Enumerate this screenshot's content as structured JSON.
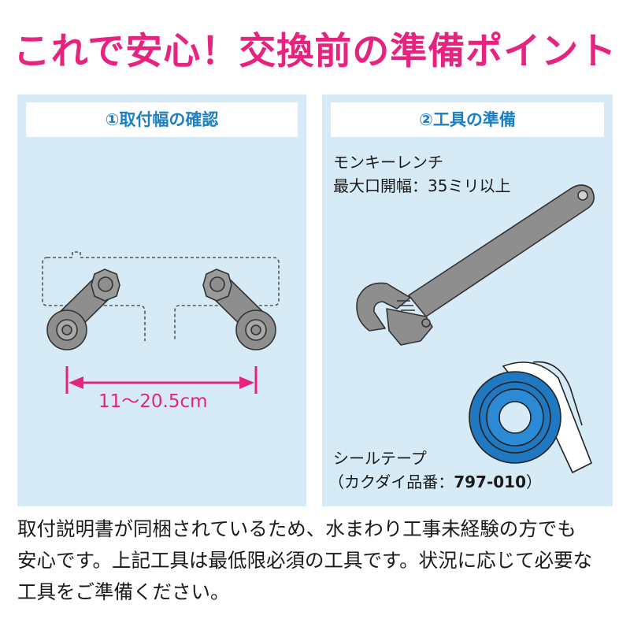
{
  "title": "これで安心！交換前の準備ポイント",
  "panel1": {
    "header": "①取付幅の確認",
    "measurement": "11～20.5cm"
  },
  "panel2": {
    "header": "②工具の準備",
    "wrench_label_line1": "モンキーレンチ",
    "wrench_label_line2": "最大口開幅：35ミリ以上",
    "tape_label_line1": "シールテープ",
    "tape_label_line2_prefix": "（カクダイ品番：",
    "tape_label_line2_code": "797-010",
    "tape_label_line2_suffix": "）"
  },
  "description": [
    "取付説明書が同梱されているため、水まわり工事未経験の方でも",
    "安心です。上記工具は最低限必須の工具です。状況に応じて必要な",
    "工具をご準備ください。"
  ],
  "colors": {
    "title": "#e6237e",
    "panel_bg": "#d6ebf6",
    "header_text": "#1b7fc4",
    "arrow": "#e6237e",
    "tool_gray": "#8e8e8e",
    "tape_blue": "#1f78c0"
  },
  "icons": [
    "faucet-legs-illustration",
    "monkey-wrench-illustration",
    "seal-tape-illustration"
  ]
}
